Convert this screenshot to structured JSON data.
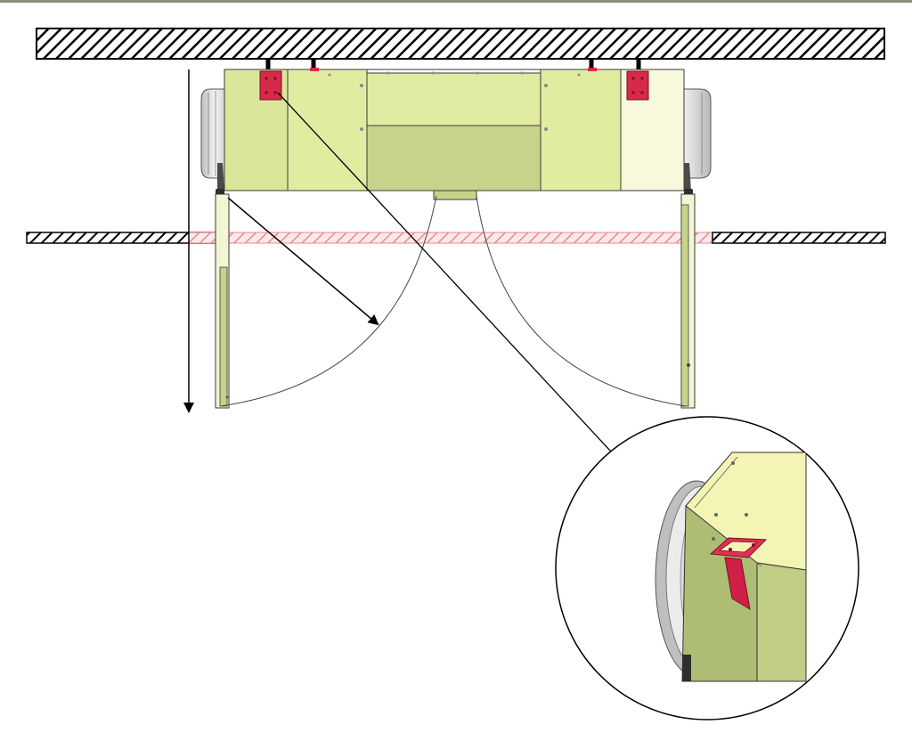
{
  "colors": {
    "top_rule": "#8c8f78",
    "hatch_stroke": "#000000",
    "ceiling_cut_hatch": "#e8898c",
    "body_light": "#e2eca1",
    "body_mid": "#dbe69b",
    "body_dark": "#c5d48a",
    "side_panel_cream": "#f8f8dc",
    "duct_grey": "#e3e3e3",
    "bracket_red": "#d8294a",
    "outline": "#3a3a3a",
    "arrow": "#000000"
  },
  "parts": {
    "ceiling_slab": "ceiling",
    "false_ceiling": "false-ceiling",
    "unit_body": "unit",
    "mounting_bracket": "bracket",
    "access_panel": "hinged-panel",
    "spigot": "duct-spigot"
  }
}
